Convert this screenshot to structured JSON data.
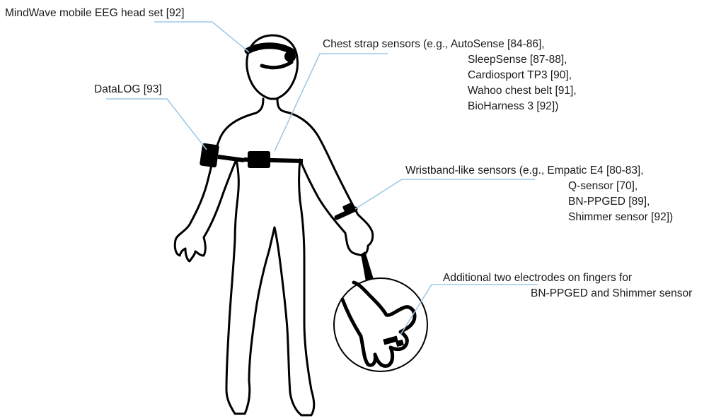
{
  "labels": {
    "mindwave": "MindWave mobile EEG head set [92]",
    "datalog": "DataLOG [93]",
    "chest": {
      "line1": "Chest strap sensors (e.g., AutoSense [84-86],",
      "line2": "SleepSense [87-88],",
      "line3": "Cardiosport TP3 [90],",
      "line4": "Wahoo chest belt [91],",
      "line5": "BioHarness 3 [92])"
    },
    "wrist": {
      "line1": "Wristband-like sensors (e.g., Empatic E4 [80-83],",
      "line2": "Q-sensor [70],",
      "line3": "BN-PPGED [89],",
      "line4": "Shimmer sensor [92])"
    },
    "electrodes": {
      "line1": "Additional two electrodes on fingers for",
      "line2": "BN-PPGED and Shimmer sensor"
    }
  },
  "colors": {
    "outline": "#000000",
    "leader": "#9ec9e8",
    "text": "#1a1a1a"
  }
}
